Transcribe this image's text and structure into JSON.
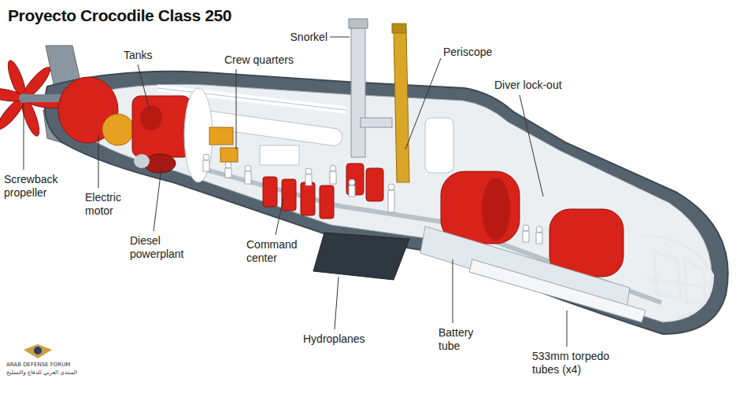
{
  "diagram": {
    "title": "Proyecto Crocodile Class 250",
    "labels": [
      "Snorkel",
      "Tanks",
      "Crew quarters",
      "Periscope",
      "Diver lock-out",
      "Screwback propeller",
      "Electric motor",
      "Diesel powerplant",
      "Command center",
      "Hydroplanes",
      "Battery tube",
      "533mm torpedo tubes (x4)",
      "ARAB DEFENSE FORUM",
      "المنتدى العربي للدفاع والتسليح"
    ]
  }
}
